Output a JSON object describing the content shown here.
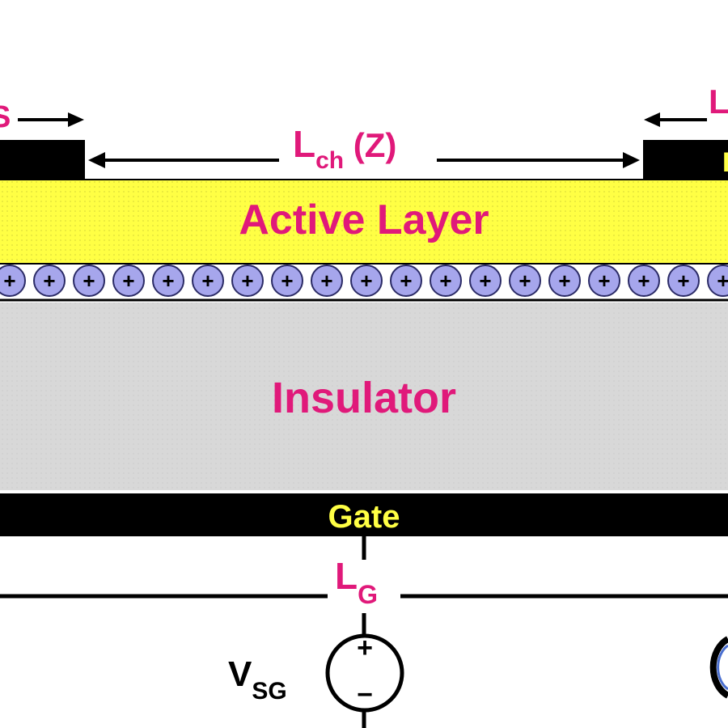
{
  "diagram": {
    "labels": {
      "source_contact_partial": "S",
      "drain_length_partial": "L",
      "drain_contact_partial": "D",
      "channel_length": {
        "main": "L",
        "sub": "ch",
        "suffix": " (Z)"
      },
      "active_layer": "Active Layer",
      "insulator": "Insulator",
      "gate": "Gate",
      "gate_lead_length": {
        "main": "L",
        "sub": "G"
      },
      "source_gate_voltage": {
        "main": "V",
        "sub": "SG"
      }
    },
    "charge_row": {
      "count": 19,
      "symbol": "+"
    },
    "source_polarity": {
      "top": "+",
      "bottom": "−"
    },
    "colors": {
      "label_magenta": "#e0197a",
      "active_layer": "#ffff44",
      "insulator": "#d8d8d8",
      "electrode": "#000000",
      "gate_text": "#ffff44",
      "charge_fill": "#a6a6ec",
      "charge_stroke": "#2b2b66"
    }
  }
}
